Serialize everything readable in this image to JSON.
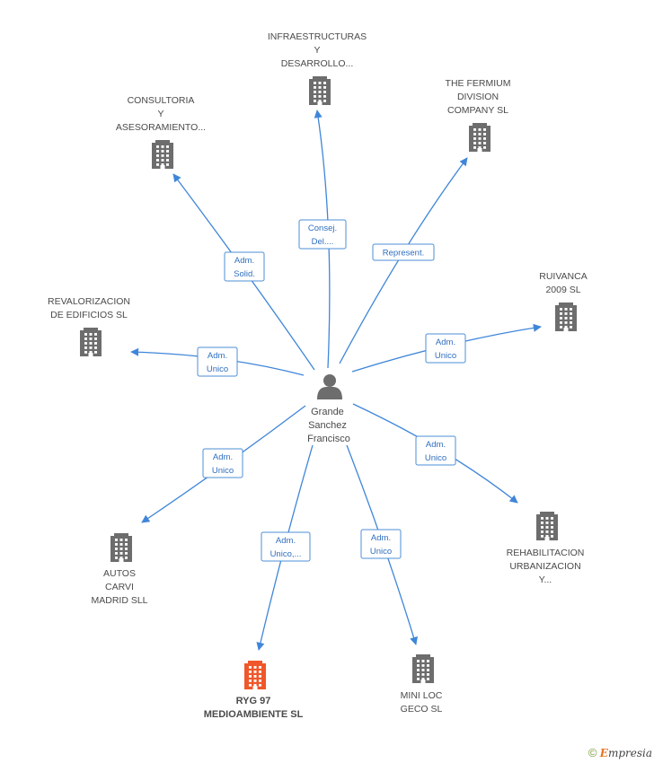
{
  "center": {
    "name_lines": [
      "Grande",
      "Sanchez",
      "Francisco"
    ]
  },
  "nodes": [
    {
      "id": "infra",
      "lines": [
        "INFRAESTRUCTURAS",
        "Y",
        "DESARROLLO..."
      ],
      "highlight": false
    },
    {
      "id": "fermium",
      "lines": [
        "THE FERMIUM",
        "DIVISION",
        "COMPANY SL"
      ],
      "highlight": false
    },
    {
      "id": "consultoria",
      "lines": [
        "CONSULTORIA",
        "Y",
        "ASESORAMIENTO..."
      ],
      "highlight": false
    },
    {
      "id": "ruivanca",
      "lines": [
        "RUIVANCA",
        "2009 SL"
      ],
      "highlight": false
    },
    {
      "id": "revalorizacion",
      "lines": [
        "REVALORIZACION",
        "DE EDIFICIOS SL"
      ],
      "highlight": false
    },
    {
      "id": "autos",
      "lines": [
        "AUTOS",
        "CARVI",
        "MADRID SLL"
      ],
      "highlight": false
    },
    {
      "id": "rehabilitacion",
      "lines": [
        "REHABILITACION",
        "URBANIZACION",
        "Y..."
      ],
      "highlight": false
    },
    {
      "id": "ryg",
      "lines": [
        "RYG 97",
        "MEDIOAMBIENTE SL"
      ],
      "highlight": true
    },
    {
      "id": "miniloc",
      "lines": [
        "MINI LOC",
        "GECO SL"
      ],
      "highlight": false
    }
  ],
  "edges": [
    {
      "to": "infra",
      "label": [
        "Consej.",
        "Del...."
      ]
    },
    {
      "to": "fermium",
      "label": [
        "Represent."
      ]
    },
    {
      "to": "consultoria",
      "label": [
        "Adm.",
        "Solid."
      ]
    },
    {
      "to": "ruivanca",
      "label": [
        "Adm.",
        "Unico"
      ]
    },
    {
      "to": "revalorizacion",
      "label": [
        "Adm.",
        "Unico"
      ]
    },
    {
      "to": "autos",
      "label": [
        "Adm.",
        "Unico"
      ]
    },
    {
      "to": "rehabilitacion",
      "label": [
        "Adm.",
        "Unico"
      ]
    },
    {
      "to": "ryg",
      "label": [
        "Adm.",
        "Unico,..."
      ]
    },
    {
      "to": "miniloc",
      "label": [
        "Adm.",
        "Unico"
      ]
    }
  ],
  "colors": {
    "edge": "#3f86d9",
    "building": "#6d6d6d",
    "highlight": "#f0572a"
  },
  "footer": {
    "copyright": "©",
    "brand_initial": "E",
    "brand_rest": "mpresia"
  }
}
